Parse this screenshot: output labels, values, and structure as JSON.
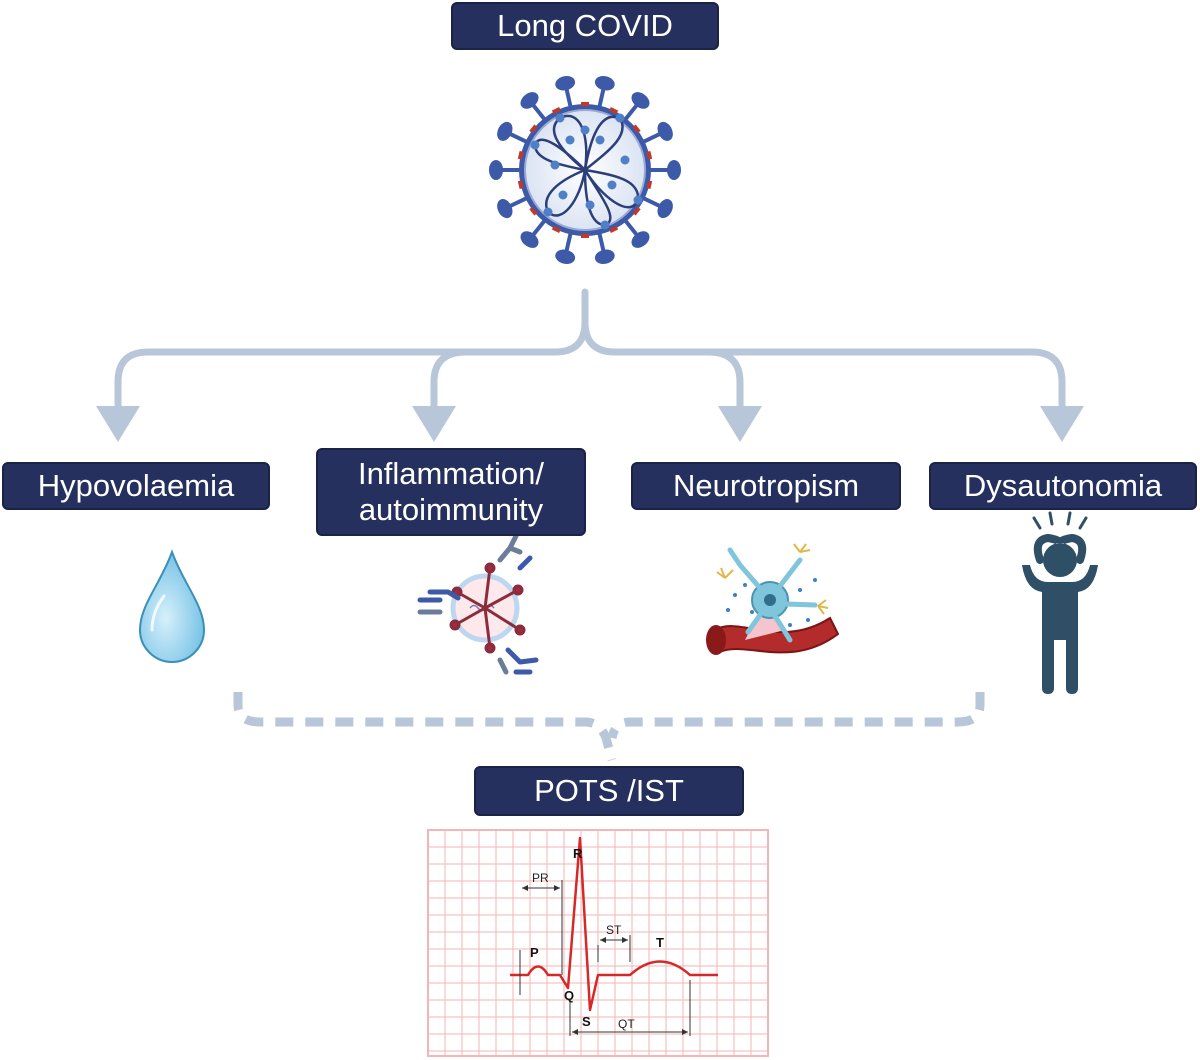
{
  "title": "Long COVID",
  "mechanisms": [
    {
      "id": "hypovolaemia",
      "lines": [
        "Hypovolaemia"
      ]
    },
    {
      "id": "inflammation",
      "lines": [
        "Inflammation/",
        "autoimmunity"
      ]
    },
    {
      "id": "neurotropism",
      "lines": [
        "Neurotropism"
      ]
    },
    {
      "id": "dysautonomia",
      "lines": [
        "Dysautonomia"
      ]
    }
  ],
  "outcome": "POTS /IST",
  "ecg": {
    "wave_labels": {
      "p": "P",
      "q": "Q",
      "r": "R",
      "s": "S",
      "t": "T"
    },
    "interval_labels": {
      "pr": "PR",
      "st": "ST",
      "qt": "QT"
    }
  },
  "colors": {
    "box_fill": "#25305e",
    "arrow": "#b8c6d9",
    "ecg_grid": "#f3b6b6",
    "ecg_trace": "#d62828",
    "virus": "#3d5aa8",
    "spike_red": "#c0392b",
    "drop": "#7ec8e8",
    "person": "#2f4f66"
  },
  "icons": [
    "virus-icon",
    "water-drop-icon",
    "antibody-complex-icon",
    "neuron-blood-vessel-icon",
    "distressed-person-icon",
    "ecg-strip-icon"
  ]
}
